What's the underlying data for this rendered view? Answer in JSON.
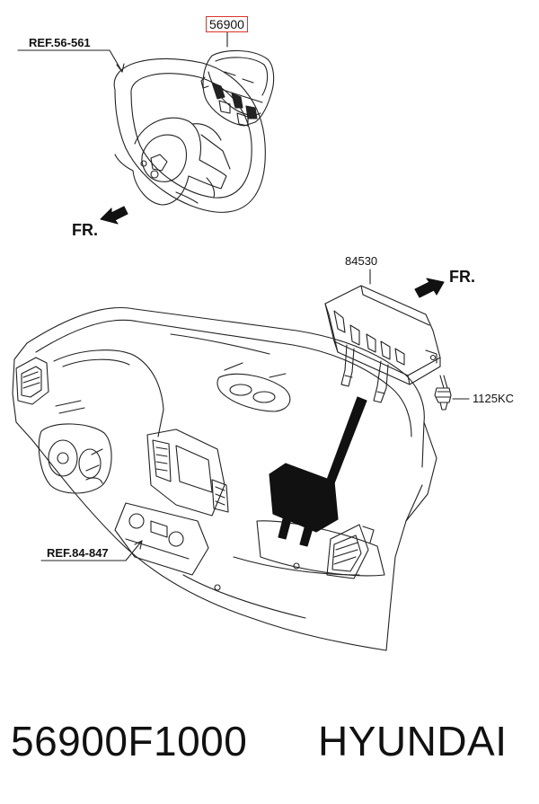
{
  "labels": {
    "part_steering_airbag": "56900",
    "ref_steering": "REF.56-561",
    "fr_top": "FR.",
    "part_passenger_airbag": "84530",
    "fr_right": "FR.",
    "part_bolt": "1125KC",
    "ref_dash": "REF.84-847"
  },
  "caption": {
    "part_number": "56900F1000",
    "brand": "HYUNDAI"
  },
  "colors": {
    "highlight": "#d9342b",
    "line": "#222222"
  }
}
